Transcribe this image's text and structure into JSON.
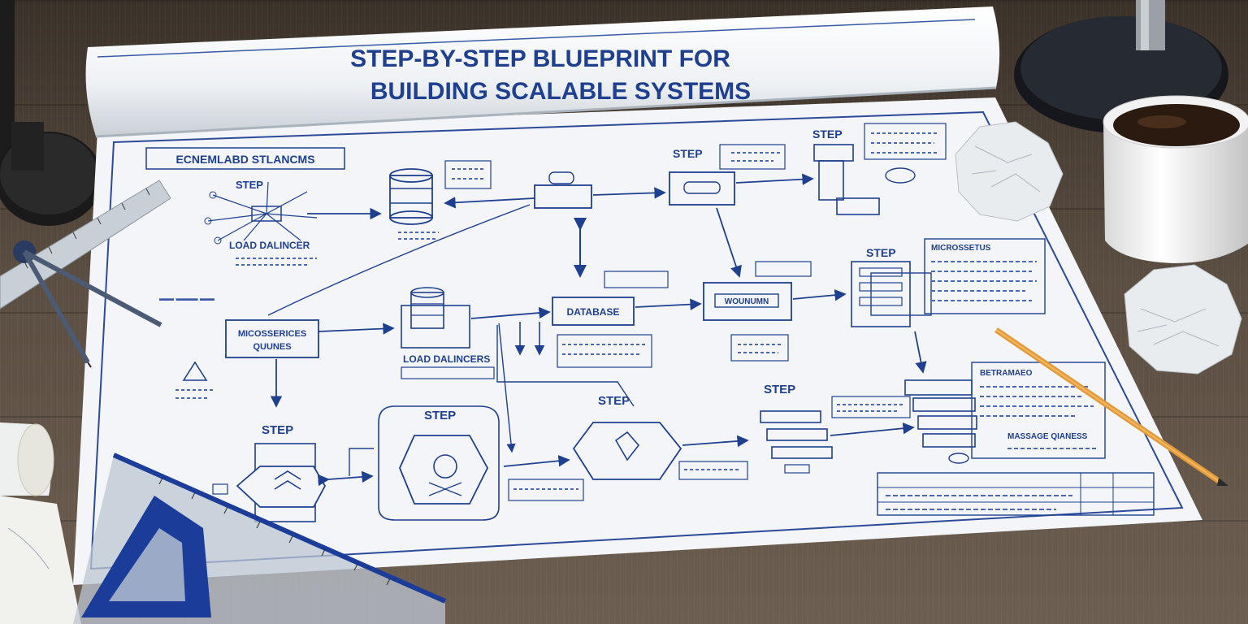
{
  "blueprint": {
    "title_line1": "STEP-BY-STEP BLUEPRINT FOR",
    "title_line2": "BUILDING SCALABLE SYSTEMS",
    "section_header": "ECNEMLABD STLANCMS",
    "step_label": "STEP",
    "load_balancer_label": "LOAD DALINCER",
    "microservices_label": "MICOSSERICES",
    "microservices_sub": "QUUNES",
    "database_label": "DATABASE",
    "load_balancers_label": "LOAD DALINCERS",
    "monitor_label": "WOUNUMN",
    "microservices_notes_label": "MICROSSETUS",
    "requirements_label": "BETRAMAEO",
    "message_queues_label": "MASSAGE QIANESS"
  },
  "colors": {
    "ink": "#1f3f8f",
    "paper": "#f4f6f8",
    "wood": "#5b4e42",
    "coffee": "#2b1a10",
    "pencil": "#e39a3a",
    "ruler_blue": "#1c3c9a"
  },
  "icons": [
    "desk-lamp-icon",
    "coffee-mug-icon",
    "pencil-icon",
    "ruler-icon",
    "triangle-ruler-icon",
    "compass-icon",
    "crumpled-paper-icon",
    "database-icon",
    "network-hub-icon"
  ]
}
